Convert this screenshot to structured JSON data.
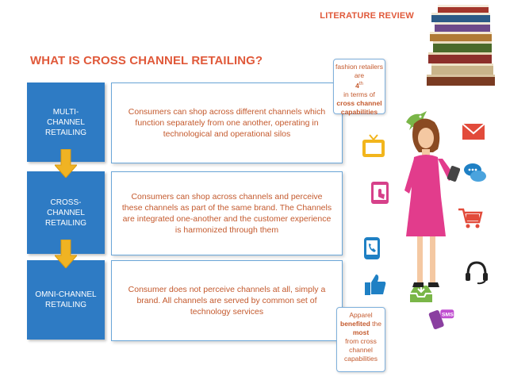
{
  "header": {
    "section_label": "LITERATURE REVIEW",
    "title": "WHAT IS CROSS CHANNEL RETAILING?"
  },
  "stages": [
    {
      "label": "MULTI-CHANNEL RETAILING",
      "description": "Consumers can shop across different channels which function separately from one another, operating in technological and operational silos"
    },
    {
      "label": "CROSS-CHANNEL RETAILING",
      "description": "Consumers can shop across channels and perceive these channels as part of the same brand. The Channels are integrated one-another and the customer experience is harmonized through them"
    },
    {
      "label": "OMNI-CHANNEL RETAILING",
      "description": "Consumer does not perceive channels at all, simply a brand. All channels are served by common set of technology services"
    }
  ],
  "callout_top": {
    "line1": "fashion retailers are",
    "rank": "4",
    "rank_suffix": "th",
    "line2": "in terms of",
    "bold": "cross channel capabilities"
  },
  "callout_bottom": {
    "line1": "Apparel",
    "bold1": "benefited",
    "line2": "the",
    "bold2": "most",
    "line3": "from cross channel capabilities"
  },
  "sms_label": "SMS",
  "icons": [
    "book-stack-icon",
    "bird-icon",
    "email-icon",
    "tv-icon",
    "chat-bubbles-icon",
    "touch-tablet-icon",
    "shopping-cart-icon",
    "phone-icon",
    "thumbs-up-icon",
    "headset-icon",
    "inbox-icon",
    "sms-phone-icon",
    "woman-with-tablet-illustration"
  ],
  "colors": {
    "accent_orange": "#e0593a",
    "stage_blue": "#2e7bc4",
    "arrow_yellow": "#f0b323",
    "desc_text": "#c45a2e"
  }
}
